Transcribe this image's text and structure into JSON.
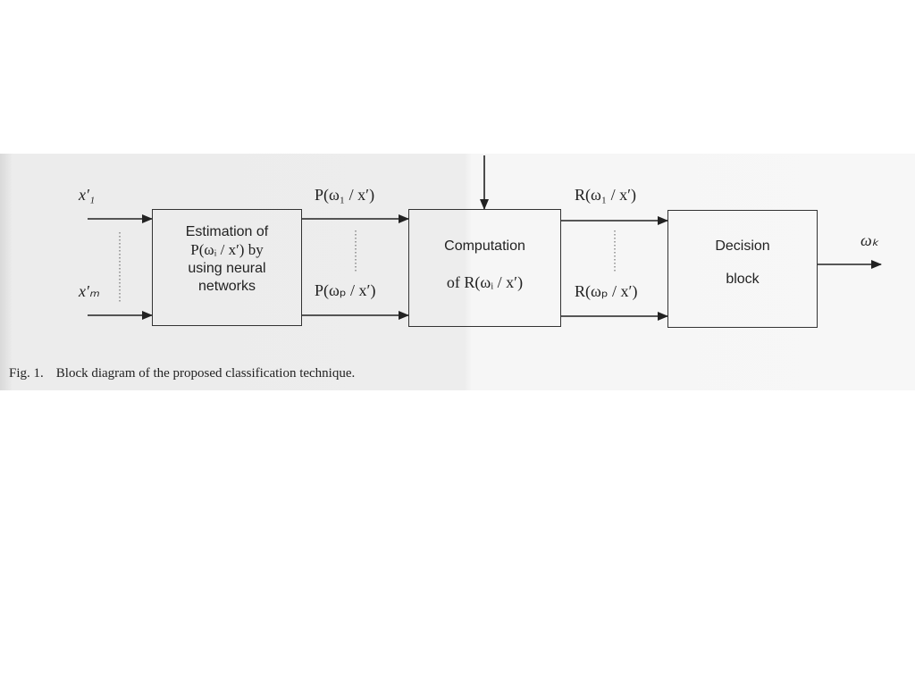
{
  "blocks": {
    "estimation": {
      "lines": [
        "Estimation of",
        "P(ωᵢ / x′) by",
        "using neural",
        "networks"
      ]
    },
    "computation": {
      "line1": "Computation",
      "line2": "of R(ωᵢ / x′)"
    },
    "decision": {
      "line1": "Decision",
      "line2": "block"
    }
  },
  "signals": {
    "input_first": "x′₁",
    "input_last": "x′ₘ",
    "prob_first": "P(ω₁ / x′)",
    "prob_last": "P(ωₚ / x′)",
    "risk_first": "R(ω₁ / x′)",
    "risk_last": "R(ωₚ / x′)",
    "output": "ωₖ"
  },
  "caption": {
    "number": "Fig. 1.",
    "text": "Block diagram of the proposed classification technique."
  }
}
